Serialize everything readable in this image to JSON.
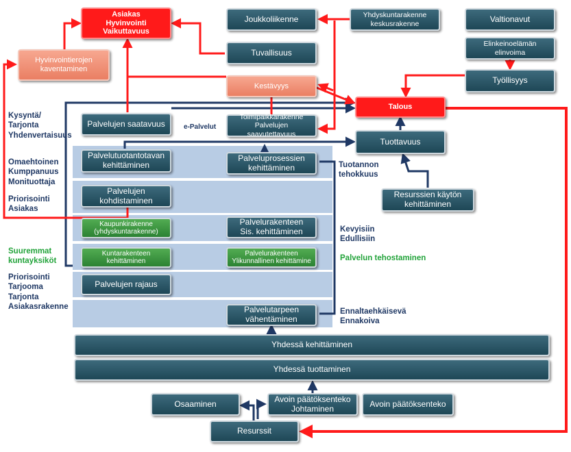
{
  "nodes": {
    "asiakas": "Asiakas\nHyvinvointi\nVaikuttavuus",
    "joukkoliikenne": "Joukkoliikenne",
    "yhdyskuntarakenne": "Yhdyskuntarakenne\nkeskusrakenne",
    "valtionavut": "Valtionavut",
    "elinkeino": "Elinkeinoelämän\nelinvoima",
    "hyvinvointierot": "Hyvinvointierojen\nkaventaminen",
    "tuvallisuus": "Tuvallisuus",
    "tyollisyys": "Työllisyys",
    "kestavyys": "Kestävyys",
    "talous": "Talous",
    "saatavuus": "Palvelujen saatavuus",
    "toimipaikka": "Toimipaikkarakenne\nPalvelujen saavutettavuus",
    "tuottavuus": "Tuottavuus",
    "palvelutuotanto": "Palvelutuotantotavan\nkehittäminen",
    "palveluprosessien": "Palveluprosessien\nkehittäminen",
    "kohdistaminen": "Palvelujen\nkohdistaminen",
    "resurssien_kaytto": "Resurssien käytön\nkehittäminen",
    "kaupunkirakenne": "Kaupunkirakenne\n(yhdyskuntarakenne)",
    "palvelurakenne_sis": "Palvelurakenteen\nSis. kehittäminen",
    "kuntarakenne": "Kuntarakenteen\nkehittäminen",
    "palvelurakenne_yli": "Palvelurakenteen\nYlikunnallinen kehittämine",
    "rajaus": "Palvelujen rajaus",
    "palvelutarve": "Palvelutarpeen\nvähentäminen",
    "yhdessa_kehittaminen": "Yhdessä kehittäminen",
    "yhdessa_tuottaminen": "Yhdessä  tuottaminen",
    "osaaminen": "Osaaminen",
    "avoin_johtaminen": "Avoin päätöksenteko\nJohtaminen",
    "avoin_paatoksenteko": "Avoin päätöksenteko",
    "resurssit": "Resurssit"
  },
  "labels": {
    "kysynta": "Kysyntä/\nTarjonta\nYhdenvertaisuus",
    "epalvelut": "e-Palvelut",
    "omaehtoinen": "Omaehtoinen\nKumppanuus\nMonituottaja",
    "tuotannon": "Tuotannon\ntehokkuus",
    "priorisointi_asiakas": "Priorisointi\nAsiakas",
    "kevyisiin": "Kevyisiin\nEdullisiin",
    "suuremmat": "Suuremmat\nkuntayksiköt",
    "tehostaminen": "Palvelun tehostaminen",
    "priorisointi_tarjooma": "Priorisointi\nTarjooma\nTarjonta\nAsiakasrakenne",
    "ennalta": "Ennaltaehkäisevä\nEnnakoiva"
  },
  "colors": {
    "navy": "#1f3864",
    "red": "#ff1a1a",
    "teal": "#1e4756",
    "band": "#b8cce4",
    "green": "#22a33a"
  }
}
